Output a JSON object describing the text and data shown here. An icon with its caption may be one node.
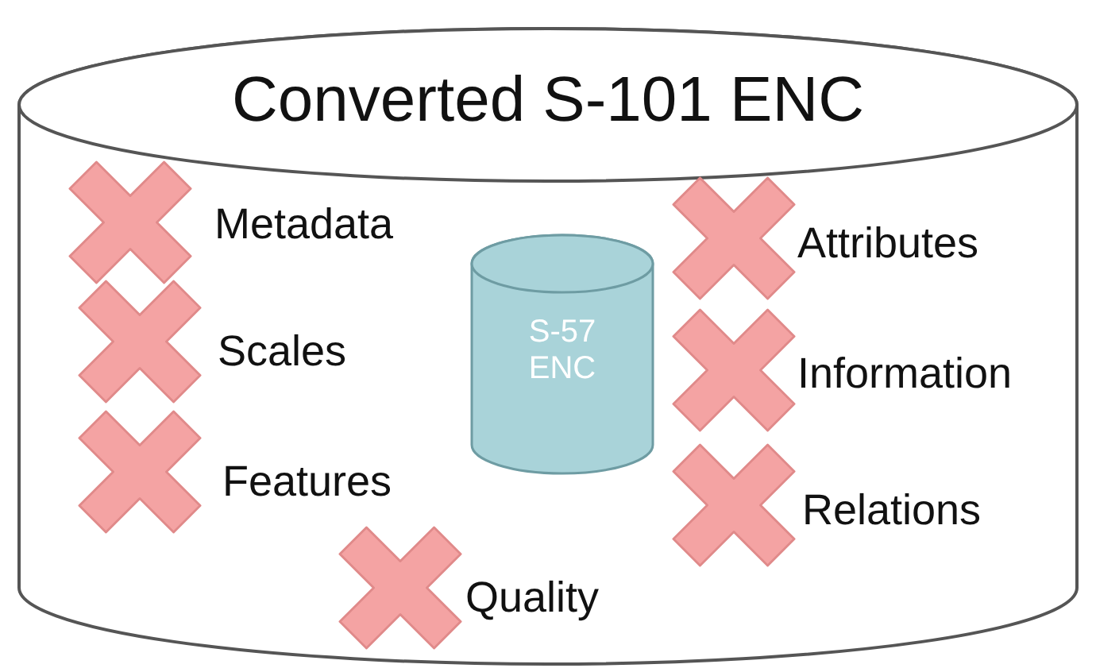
{
  "diagram": {
    "nodes": [
      {
        "text": [
          "Converted S-101 ENC"
        ]
      },
      {
        "text": [
          "S-57 ENC"
        ],
        "in": 0
      }
    ],
    "edges": [],
    "labels": [
      "Metadata",
      "Scales",
      "Features",
      "Quality",
      "Attributes",
      "Information",
      "Relations"
    ]
  }
}
